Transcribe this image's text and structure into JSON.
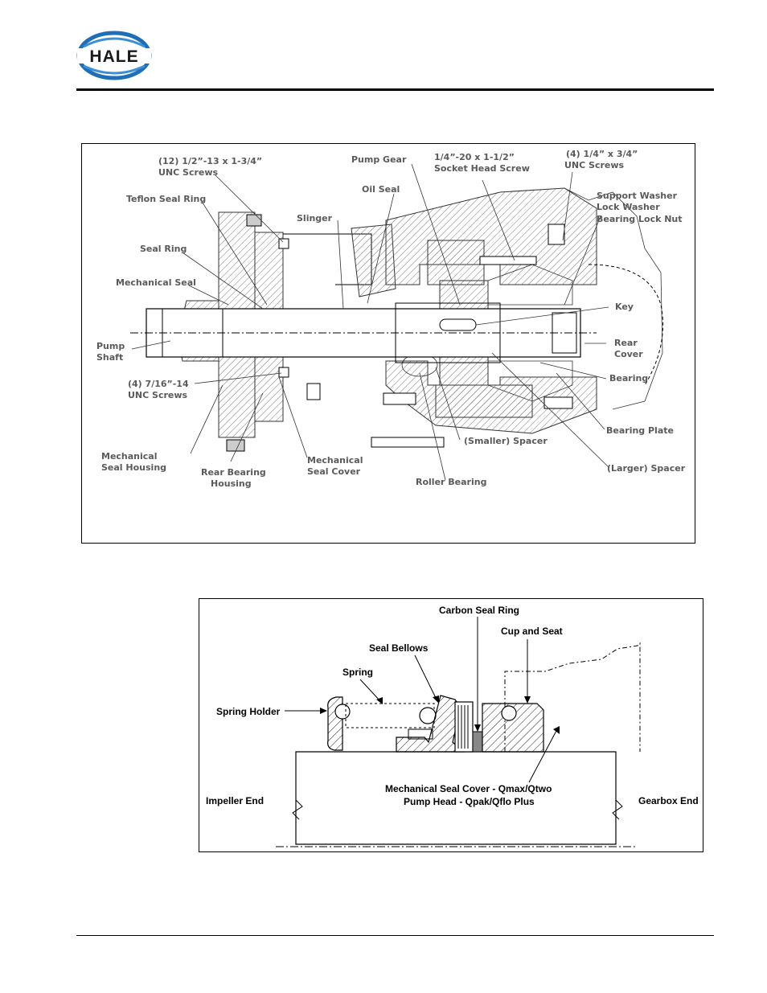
{
  "logo": {
    "text": "HALE",
    "ring_color": "#1e6fb8",
    "text_color": "#1a1a1a"
  },
  "figure1": {
    "labels": {
      "screws_12": [
        "(12) 1/2”-13 x 1-3/4”",
        "UNC Screws"
      ],
      "pump_gear": "Pump Gear",
      "socket_head_screw": [
        "1/4”-20 x 1-1/2”",
        "Socket Head Screw"
      ],
      "screws_4_top": [
        "(4) 1/4” x 3/4”",
        "UNC Screws"
      ],
      "teflon_seal_ring": "Teflon Seal Ring",
      "oil_seal": "Oil Seal",
      "support_washer": [
        "Support Washer",
        "Lock Washer",
        "Bearing Lock Nut"
      ],
      "slinger": "Slinger",
      "seal_ring": "Seal Ring",
      "mechanical_seal": "Mechanical Seal",
      "key": "Key",
      "pump_shaft": [
        "Pump",
        "Shaft"
      ],
      "rear_cover": [
        "Rear",
        "Cover"
      ],
      "bearing": "Bearing",
      "screws_4_716": [
        "(4) 7/16”-14",
        "UNC Screws"
      ],
      "bearing_plate": "Bearing Plate",
      "smaller_spacer": "(Smaller) Spacer",
      "mechanical_seal_housing": [
        "Mechanical",
        "Seal Housing"
      ],
      "rear_bearing_housing": [
        "Rear Bearing",
        "Housing"
      ],
      "mechanical_seal_cover": [
        "Mechanical",
        "Seal Cover"
      ],
      "larger_spacer": "(Larger) Spacer",
      "roller_bearing": "Roller Bearing"
    }
  },
  "figure2": {
    "labels": {
      "carbon_seal_ring": "Carbon Seal Ring",
      "cup_and_seat": "Cup and Seat",
      "seal_bellows": "Seal Bellows",
      "spring": "Spring",
      "spring_holder": "Spring Holder",
      "cover_line1": "Mechanical Seal Cover - Qmax/Qtwo",
      "cover_line2": "Pump Head - Qpak/Qflo Plus",
      "impeller_end": "Impeller End",
      "gearbox_end": "Gearbox End"
    }
  }
}
